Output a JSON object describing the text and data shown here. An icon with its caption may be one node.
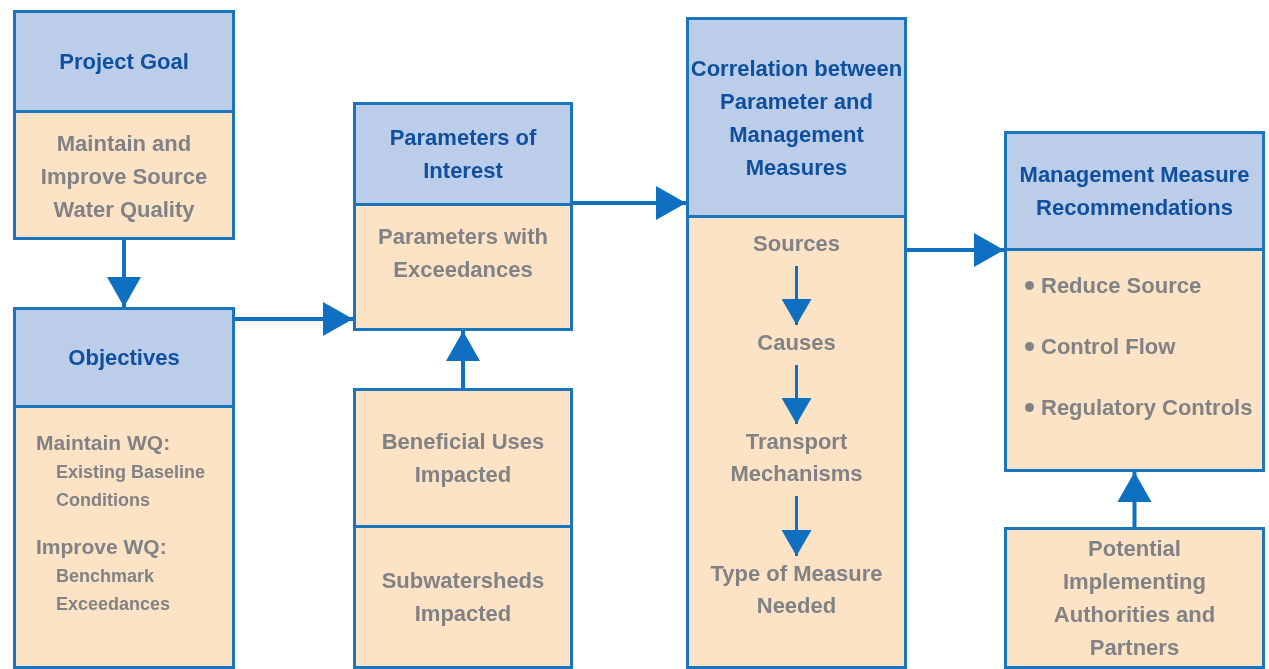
{
  "diagram": {
    "nodes": [
      {
        "text": [
          "Project Goal",
          "Maintain and Improve Source Water Quality"
        ]
      },
      {
        "text": [
          "Objectives",
          "Maintain WQ:",
          "Existing Baseline Conditions",
          "Improve WQ:",
          "Benchmark Exceedances"
        ]
      },
      {
        "text": [
          "Parameters of Interest",
          "Parameters with Exceedances"
        ]
      },
      {
        "text": [
          "Beneficial Uses Impacted"
        ]
      },
      {
        "text": [
          "Subwatersheds Impacted"
        ]
      },
      {
        "text": [
          "Correlation between Parameter and Management Measures"
        ]
      },
      {
        "text": [
          "Sources"
        ],
        "in": 5
      },
      {
        "text": [
          "Causes"
        ],
        "in": 5
      },
      {
        "text": [
          "Transport Mechanisms"
        ],
        "in": 5
      },
      {
        "text": [
          "Type of Measure Needed"
        ],
        "in": 5
      },
      {
        "text": [
          "Management Measure Recommendations",
          "Reduce Source",
          "Control Flow",
          "Regulatory Controls"
        ]
      },
      {
        "text": [
          "Potential Implementing Authorities and Partners"
        ]
      }
    ],
    "edges": [
      {
        "from": 0,
        "to": 1,
        "arrow": "to"
      },
      {
        "from": 1,
        "to": 2,
        "arrow": "to"
      },
      {
        "from": 3,
        "to": 2,
        "arrow": "to"
      },
      {
        "from": 2,
        "to": 5,
        "arrow": "to"
      },
      {
        "from": 6,
        "to": 7,
        "arrow": "to"
      },
      {
        "from": 7,
        "to": 8,
        "arrow": "to"
      },
      {
        "from": 8,
        "to": 9,
        "arrow": "to"
      },
      {
        "from": 5,
        "to": 10,
        "arrow": "to"
      },
      {
        "from": 11,
        "to": 10,
        "arrow": "to"
      }
    ]
  }
}
